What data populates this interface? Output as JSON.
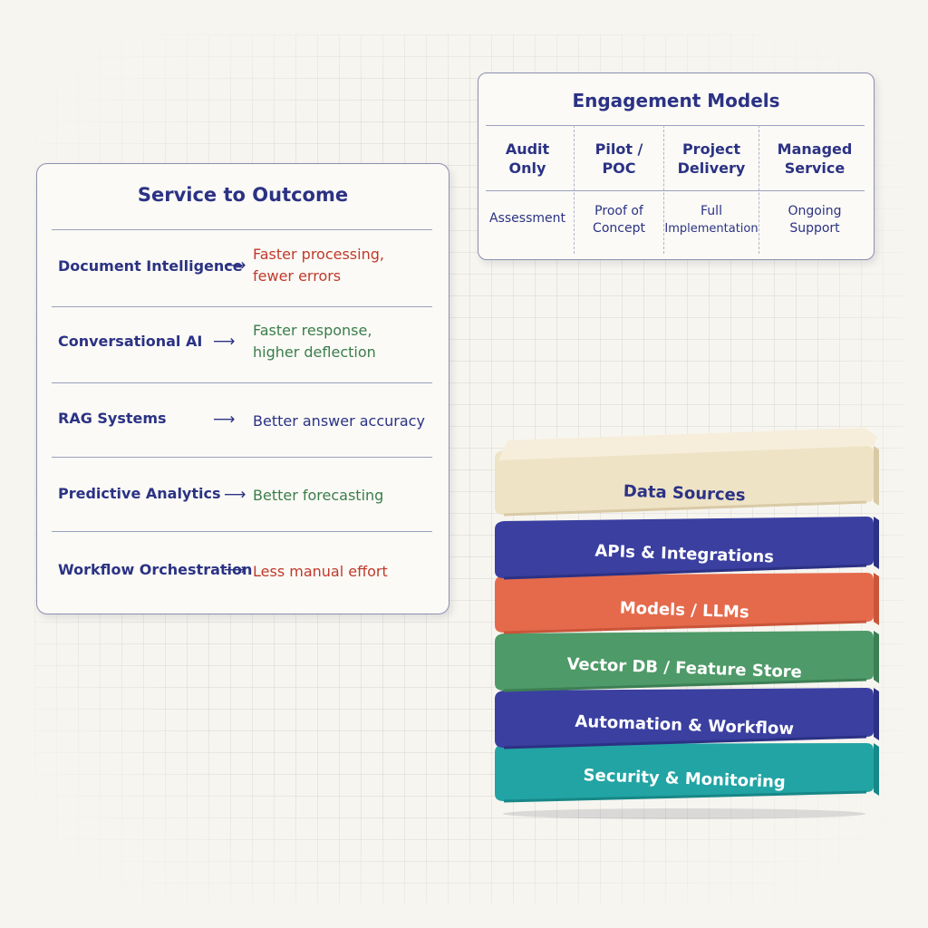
{
  "service_outcome": {
    "title": "Service to Outcome",
    "rows": [
      {
        "service": "Document Intelligence",
        "outcome_line1": "Faster processing,",
        "outcome_line2": "fewer errors",
        "color": "#c0392b"
      },
      {
        "service": "Conversational AI",
        "outcome_line1": "Faster response,",
        "outcome_line2": "higher deflection",
        "color": "#3a7d4a"
      },
      {
        "service": "RAG Systems",
        "outcome_line1": "Better answer accuracy",
        "outcome_line2": "",
        "color": "#2b3284"
      },
      {
        "service": "Predictive Analytics",
        "outcome_line1": "Better forecasting",
        "outcome_line2": "",
        "color": "#3a7d4a"
      },
      {
        "service": "Workflow Orchestration",
        "outcome_line1": "Less manual effort",
        "outcome_line2": "",
        "color": "#c0392b"
      }
    ],
    "arrow_glyph": "⟶"
  },
  "engagement_models": {
    "title": "Engagement Models",
    "columns": [
      {
        "head_line1": "Audit",
        "head_line2": "Only",
        "desc_line1": "Assessment",
        "desc_line2": ""
      },
      {
        "head_line1": "Pilot /",
        "head_line2": "POC",
        "desc_line1": "Proof of",
        "desc_line2": "Concept"
      },
      {
        "head_line1": "Project",
        "head_line2": "Delivery",
        "desc_line1": "Full",
        "desc_line2": "Implementation"
      },
      {
        "head_line1": "Managed",
        "head_line2": "Service",
        "desc_line1": "Ongoing",
        "desc_line2": "Support"
      }
    ]
  },
  "stack": {
    "layers": [
      {
        "label": "Data Sources",
        "color": "#efe3c6",
        "side": "#d9caa6",
        "text": "dark"
      },
      {
        "label": "APIs & Integrations",
        "color": "#3a3fa0",
        "side": "#2c3184",
        "text": "light"
      },
      {
        "label": "Models / LLMs",
        "color": "#e56a4c",
        "side": "#c9553a",
        "text": "light"
      },
      {
        "label": "Vector DB / Feature Store",
        "color": "#4e9a68",
        "side": "#3d7f55",
        "text": "light"
      },
      {
        "label": "Automation & Workflow",
        "color": "#3a3fa0",
        "side": "#2c3184",
        "text": "light"
      },
      {
        "label": "Security & Monitoring",
        "color": "#22a4a4",
        "side": "#178787",
        "text": "light"
      }
    ]
  }
}
